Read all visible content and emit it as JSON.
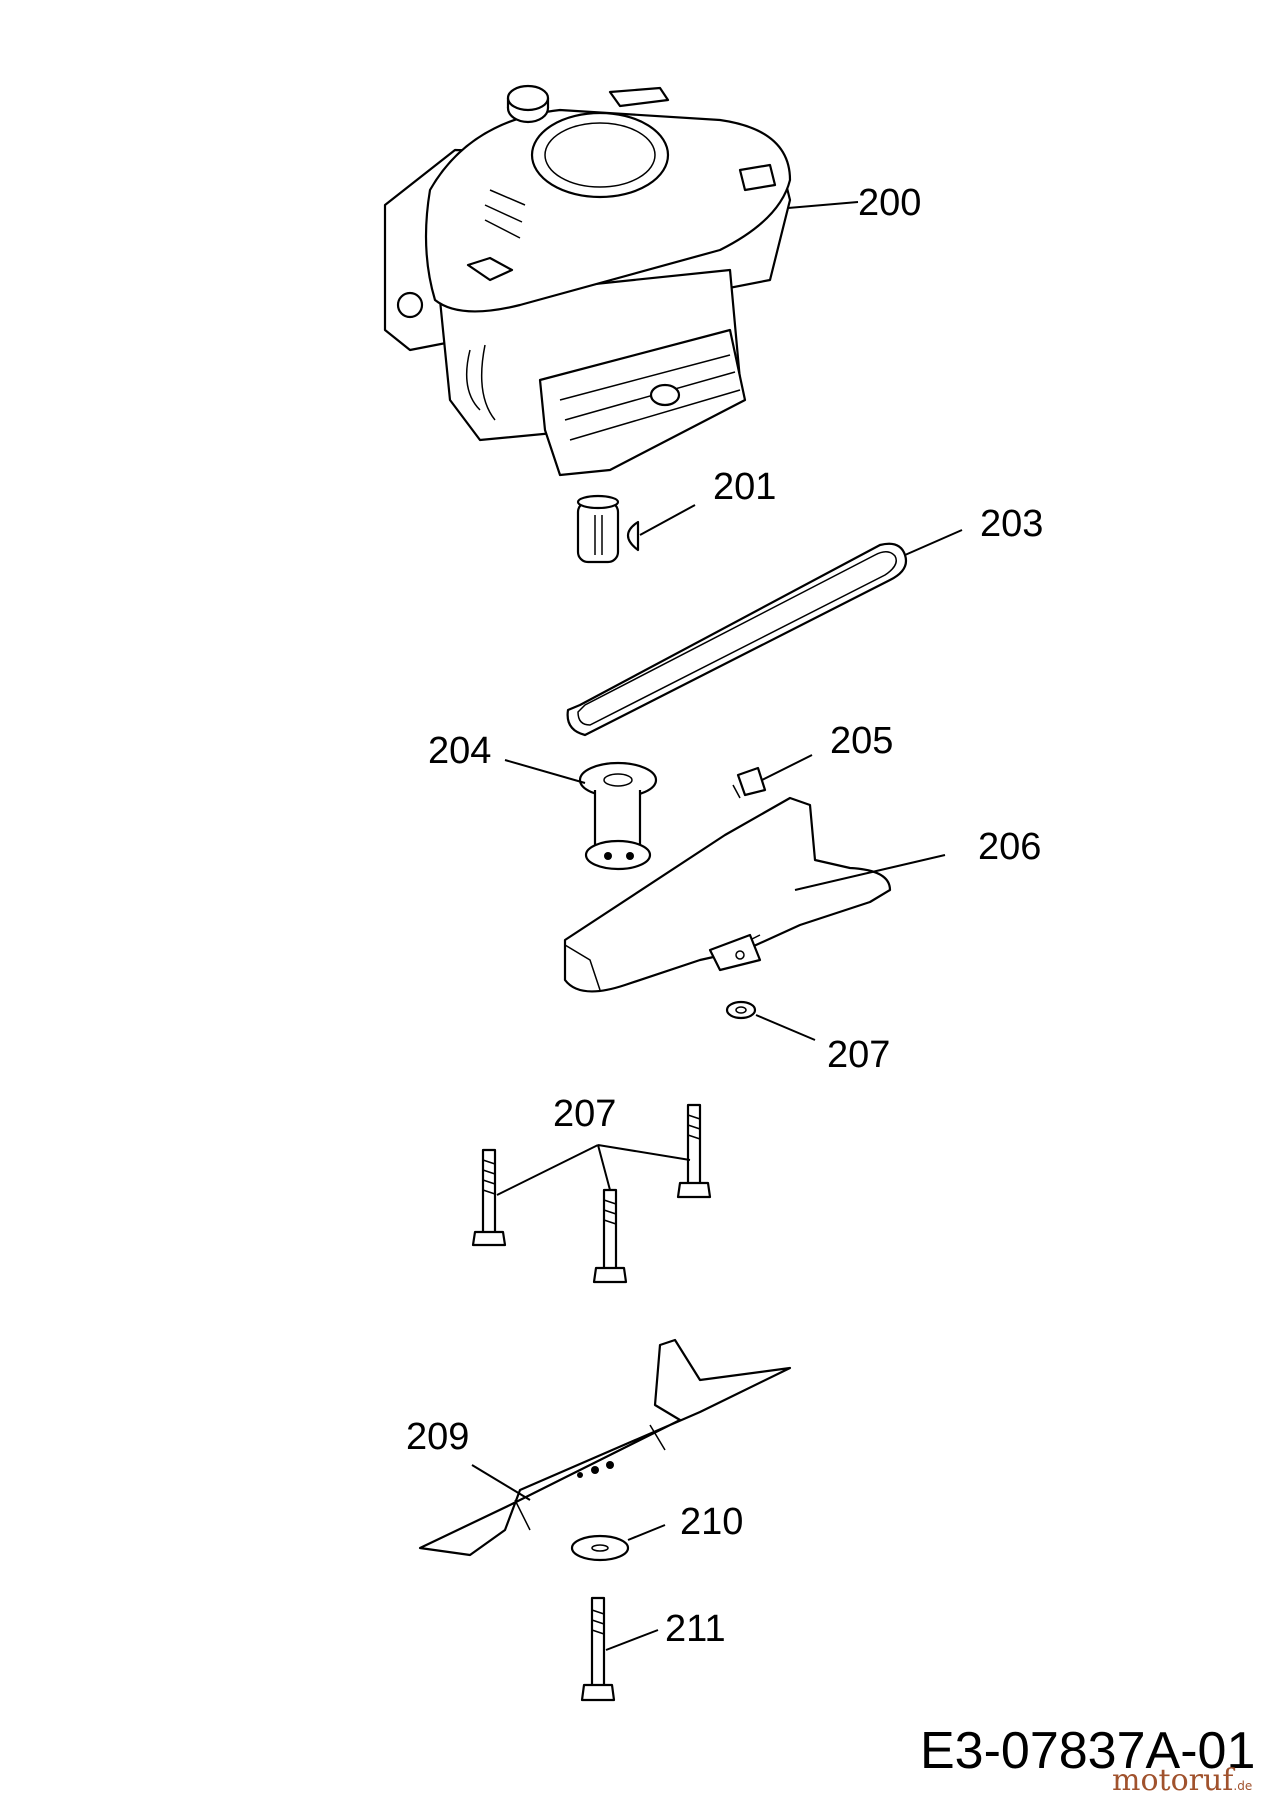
{
  "diagram": {
    "labels": {
      "p200": "200",
      "p201": "201",
      "p203": "203",
      "p204": "204",
      "p205": "205",
      "p206": "206",
      "p207a": "207",
      "p207b": "207",
      "p209": "209",
      "p210": "210",
      "p211": "211"
    },
    "drawing_code": "E3-07837A-01",
    "watermark": {
      "text": "motoruf",
      "suffix": ".de",
      "color": "#a0522d"
    }
  }
}
